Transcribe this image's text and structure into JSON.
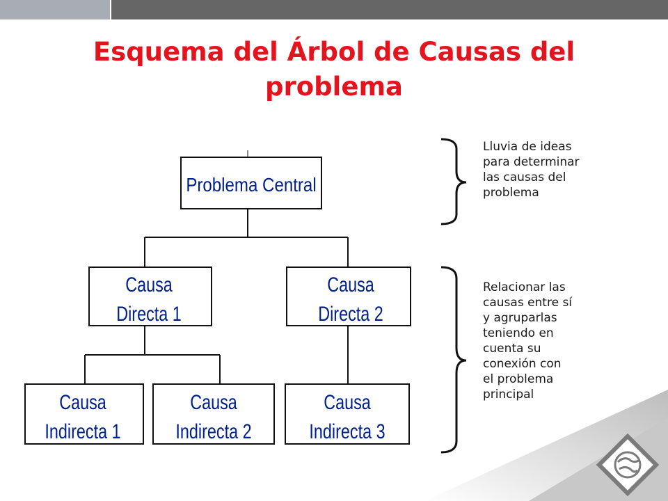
{
  "title": "Esquema del Árbol de Causas del problema",
  "nodes": {
    "central": "Problema Central",
    "direct_1": {
      "line1": "Causa",
      "line2": "Directa 1"
    },
    "direct_2": {
      "line1": "Causa",
      "line2": "Directa 2"
    },
    "indirect_1": {
      "line1": "Causa",
      "line2": "Indirecta 1"
    },
    "indirect_2": {
      "line1": "Causa",
      "line2": "Indirecta 2"
    },
    "indirect_3": {
      "line1": "Causa",
      "line2": "Indirecta 3"
    }
  },
  "notes": {
    "brainstorm": "Lluvia de ideas\npara determinar\nlas causas del\nproblema",
    "relate": "Relacionar las\ncausas entre sí\ny agruparlas\nteniendo en\ncuenta su\nconexión con\nel problema\nprincipal"
  },
  "colors": {
    "title": "#e3141e",
    "node_text": "#00208a",
    "topbar_dark": "#666666",
    "topbar_light": "#a7acb5"
  },
  "icons": {
    "corner_logo": "globe-logo-icon"
  }
}
